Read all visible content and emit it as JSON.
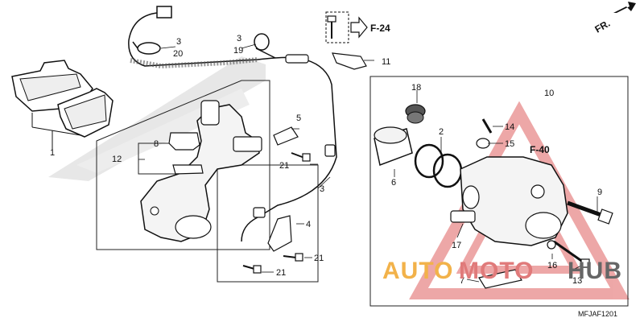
{
  "refs": {
    "f24": "F-24",
    "f40": "F-40",
    "fr": "FR."
  },
  "diagram_code": "MFJAF1201",
  "watermark": {
    "auto": "AUTO",
    "moto": "MOTO",
    "hub": "HUB",
    "auto_color": "#f2b24a",
    "moto_color": "#e07a7a",
    "hub_color": "#666666"
  },
  "callouts": {
    "n1": "1",
    "n2": "2",
    "n3a": "3",
    "n3b": "3",
    "n3c": "3",
    "n4": "4",
    "n5": "5",
    "n6": "6",
    "n7": "7",
    "n8": "8",
    "n9": "9",
    "n10": "10",
    "n11": "11",
    "n12": "12",
    "n13": "13",
    "n14": "14",
    "n15": "15",
    "n16": "16",
    "n17": "17",
    "n18": "18",
    "n19": "19",
    "n20": "20",
    "n21a": "21",
    "n21b": "21",
    "n21c": "21"
  },
  "icons": {
    "arrow": "arrow-right-icon",
    "bolt": "bolt-icon"
  }
}
